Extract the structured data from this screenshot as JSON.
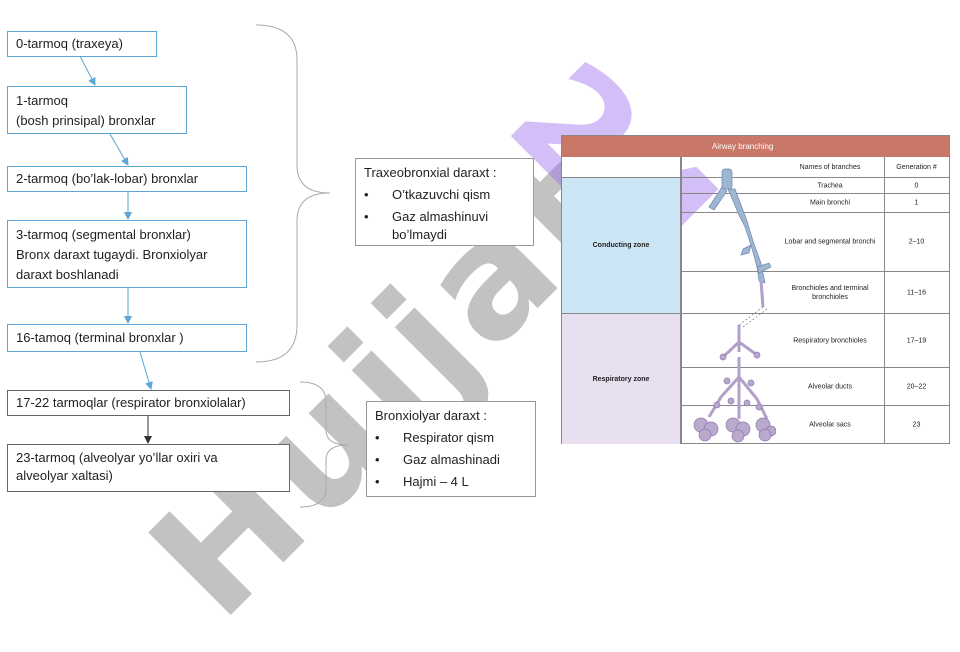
{
  "tree": {
    "g0": "0-tarmoq (traxeya)",
    "g1_line1": "1-tarmoq",
    "g1_line2": "(bosh prinsipal) bronxlar",
    "g2": "2-tarmoq (bo’lak-lobar) bronxlar",
    "g3_line1": "3-tarmoq (segmental bronxlar)",
    "g3_line2": "Bronx daraxt tugaydi. Bronxiolyar",
    "g3_line3": "daraxt boshlanadi",
    "g16": "16-tamoq (terminal bronxlar )",
    "g17": "17-22 tarmoqlar (respirator bronxiolalar)",
    "g23_line1": "23-tarmoq (alveolyar yo’llar oxiri va",
    "g23_line2": "alveolyar xaltasi)"
  },
  "tracheo": {
    "title": "Traxeobronxial daraxt :",
    "items": [
      "O’tkazuvchi qism",
      "Gaz almashinuvi bo’lmaydi"
    ]
  },
  "bronchiolar": {
    "title": "Bronxiolyar daraxt :",
    "items": [
      "Respirator qism",
      "Gaz almashinadi",
      "Hajmi – 4 L"
    ]
  },
  "bullet": "•",
  "watermark": {
    "text1": "Hujjat",
    "text2": "24"
  },
  "airway_table": {
    "title": "Airway branching",
    "col_names": "Names of branches",
    "col_gen": "Generation #",
    "conducting_zone": "Conducting zone",
    "respiratory_zone": "Respiratory zone",
    "rows": [
      {
        "name": "Trachea",
        "gen": "0"
      },
      {
        "name": "Main bronchi",
        "gen": "1"
      },
      {
        "name": "Lobar and segmental bronchi",
        "gen": "2–10"
      },
      {
        "name": "Bronchioles and terminal bronchioles",
        "gen": "11–16"
      },
      {
        "name": "Respiratory bronchioles",
        "gen": "17–19"
      },
      {
        "name": "Alveolar ducts",
        "gen": "20–22"
      },
      {
        "name": "Alveolar sacs",
        "gen": "23"
      }
    ]
  },
  "colors": {
    "box_border": "#5aa6d6",
    "conducting": "#cde6f6",
    "respiratory": "#e7def0",
    "table_header": "#c97766",
    "watermark_gray": "#787878",
    "watermark_purple": "#a06ef0"
  }
}
